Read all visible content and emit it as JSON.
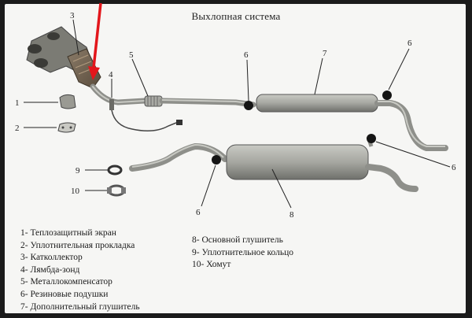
{
  "title": "Выхлопная система",
  "callouts": {
    "c1": "1",
    "c2": "2",
    "c3": "3",
    "c4": "4",
    "c5": "5",
    "c6a": "6",
    "c6b": "6",
    "c6c": "6",
    "c6d": "6",
    "c7": "7",
    "c8": "8",
    "c9": "9",
    "c10": "10"
  },
  "legend_left": [
    "1- Теплозащитный экран",
    "2- Уплотнительная прокладка",
    "3- Катколлектор",
    "4- Лямбда-зонд",
    "5- Металлокомпенсатор",
    "6- Резиновые подушки",
    "7- Дополнительный глушитель"
  ],
  "legend_right": [
    "8- Основной глушитель",
    "9- Уплотнительное кольцо",
    "10- Хомут"
  ],
  "colors": {
    "pipe": "#8e8f8a",
    "pipe_dark": "#5e5f5b",
    "muffler": "#a3a49e",
    "rubber": "#151515",
    "arrow": "#e3161b"
  }
}
